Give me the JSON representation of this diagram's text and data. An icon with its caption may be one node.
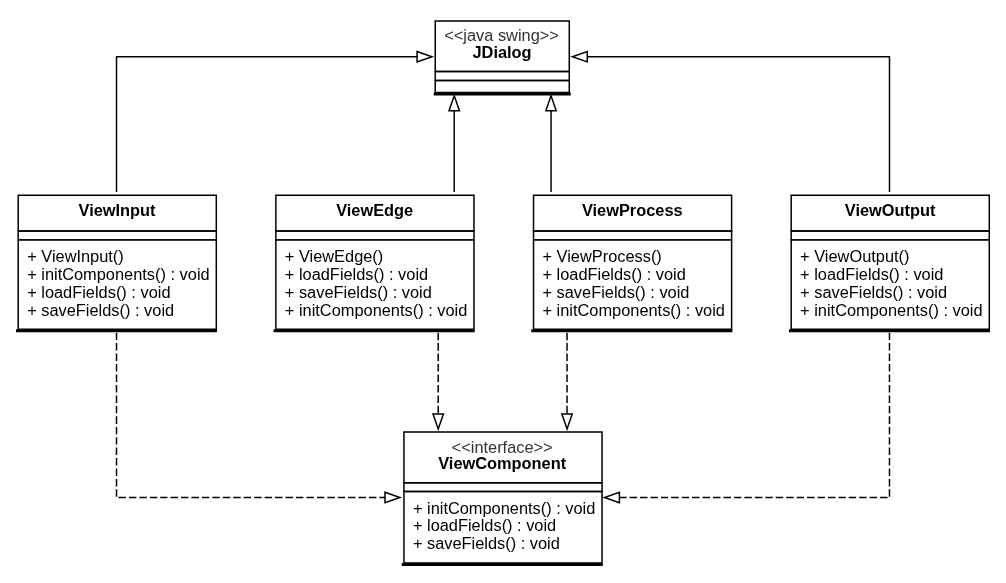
{
  "diagram": {
    "nodes": [
      {
        "text": [
          "<<java swing>>",
          "JDialog"
        ]
      },
      {
        "text": [
          "ViewInput",
          "+ ViewInput()",
          "+ initComponents() : void",
          "+ loadFields() : void",
          "+ saveFields() : void"
        ]
      },
      {
        "text": [
          "ViewEdge",
          "+ ViewEdge()",
          "+ loadFields() : void",
          "+ saveFields() : void",
          "+ initComponents() : void"
        ]
      },
      {
        "text": [
          "ViewProcess",
          "+ ViewProcess()",
          "+ loadFields() : void",
          "+ saveFields() : void",
          "+ initComponents() : void"
        ]
      },
      {
        "text": [
          "ViewOutput",
          "+ ViewOutput()",
          "+ loadFields() : void",
          "+ saveFields() : void",
          "+ initComponents() : void"
        ]
      },
      {
        "text": [
          "<<interface>>",
          "ViewComponent",
          "+ initComponents() : void",
          "+ loadFields() : void",
          "+ saveFields() : void"
        ]
      }
    ],
    "edges": [
      {
        "from": 1,
        "to": 0,
        "arrow": "to"
      },
      {
        "from": 2,
        "to": 0,
        "arrow": "to"
      },
      {
        "from": 3,
        "to": 0,
        "arrow": "to"
      },
      {
        "from": 4,
        "to": 0,
        "arrow": "to"
      },
      {
        "from": 1,
        "to": 5,
        "arrow": "to",
        "style": "dashed"
      },
      {
        "from": 2,
        "to": 5,
        "arrow": "to",
        "style": "dashed"
      },
      {
        "from": 3,
        "to": 5,
        "arrow": "to",
        "style": "dashed"
      },
      {
        "from": 4,
        "to": 5,
        "arrow": "to",
        "style": "dashed"
      }
    ]
  }
}
